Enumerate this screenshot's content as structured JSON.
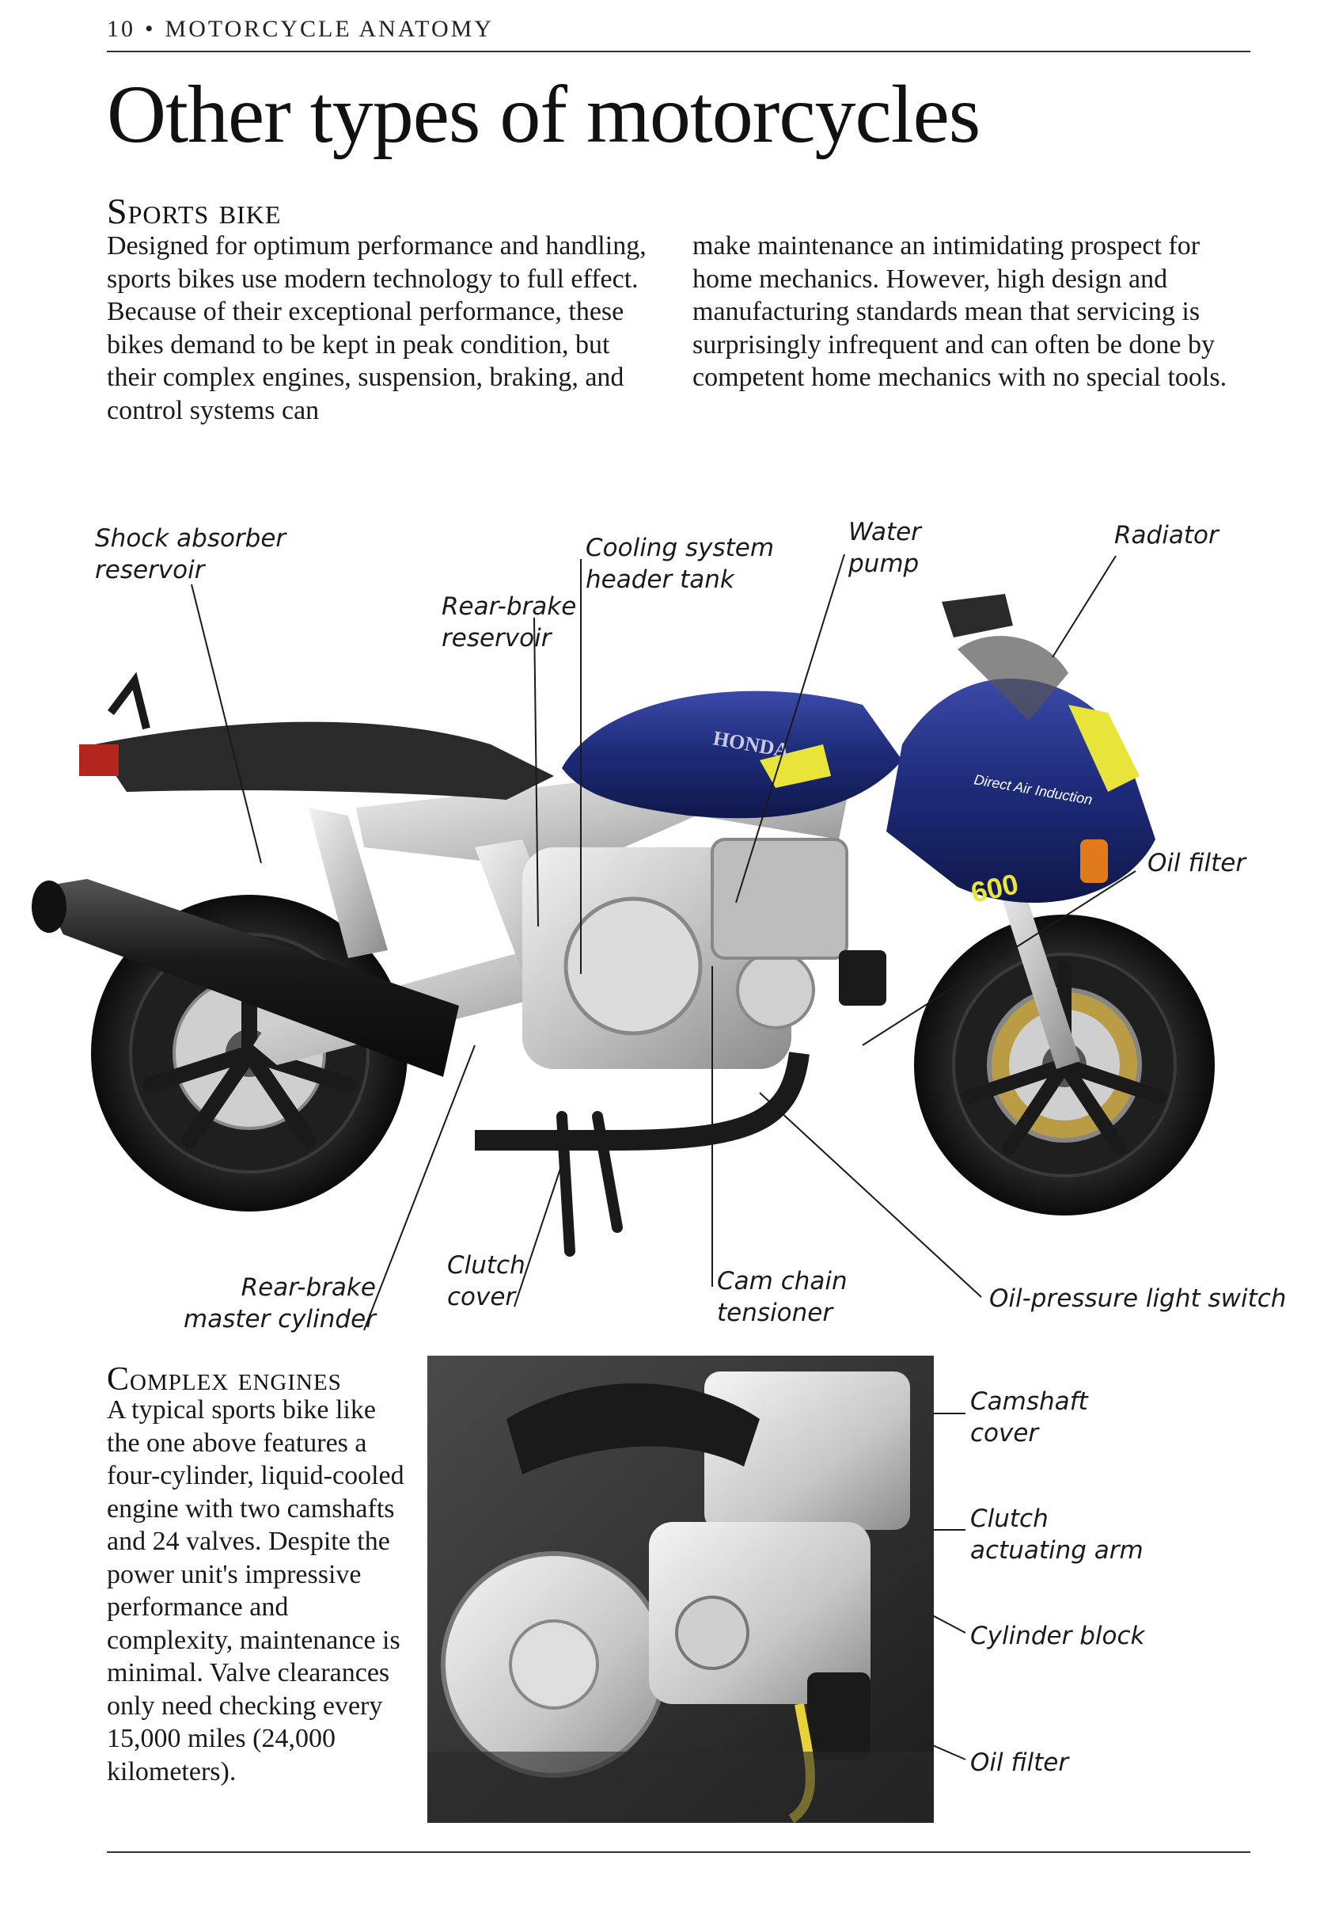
{
  "header": {
    "page_number": "10",
    "separator": "•",
    "section": "MOTORCYCLE ANATOMY"
  },
  "title": "Other types of motorcycles",
  "sports_bike": {
    "heading": "Sports bike",
    "text_left": "Designed for optimum performance and handling, sports bikes use modern technology to full effect. Because of their exceptional performance, these bikes demand to be kept in peak condition, but their complex engines, suspension, braking, and control systems can",
    "text_right": "make maintenance an intimidating prospect for home mechanics. However, high design and manufacturing standards mean that servicing is surprisingly infrequent and can often be done by competent home mechanics with no special tools."
  },
  "bike_labels": {
    "shock_absorber": [
      "Shock absorber",
      "reservoir"
    ],
    "cooling_system": [
      "Cooling system",
      "header tank"
    ],
    "water_pump": [
      "Water",
      "pump"
    ],
    "radiator": [
      "Radiator"
    ],
    "rear_brake_reservoir": [
      "Rear-brake",
      "reservoir"
    ],
    "oil_filter": [
      "Oil filter"
    ],
    "rear_brake_master": [
      "Rear-brake",
      "master cylinder"
    ],
    "clutch_cover": [
      "Clutch",
      "cover"
    ],
    "cam_chain": [
      "Cam chain",
      "tensioner"
    ],
    "oil_pressure": [
      "Oil-pressure light switch"
    ]
  },
  "bike_decals": {
    "brand": "HONDA",
    "side_text": "Direct Air Induction",
    "model": "600"
  },
  "complex_engines": {
    "heading": "Complex engines",
    "text": "A typical sports bike like the one above features a four-cylinder, liquid-cooled engine with two camshafts and 24 valves. Despite the power unit's impressive performance and complexity, maintenance is minimal. Valve clearances only need checking every 15,000 miles (24,000 kilometers)."
  },
  "engine_labels": {
    "camshaft_cover": [
      "Camshaft",
      "cover"
    ],
    "clutch_arm": [
      "Clutch",
      "actuating arm"
    ],
    "cylinder_block": [
      "Cylinder block"
    ],
    "oil_filter": [
      "Oil filter"
    ]
  },
  "colors": {
    "tank_blue": "#1d2a78",
    "accent_yellow": "#e8e43a",
    "frame_silver": "#c8c8c8",
    "tire_black": "#1a1a1a"
  }
}
